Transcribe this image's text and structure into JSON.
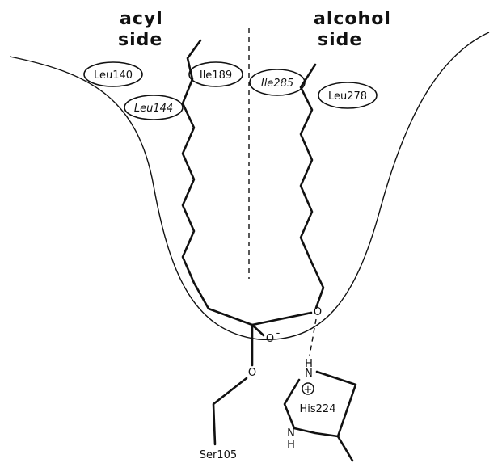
{
  "labels": {
    "acyl_side": [
      "acyl",
      "side"
    ],
    "alcohol_side": [
      "alcohol",
      "side"
    ]
  },
  "residues": {
    "leu140": "Leu140",
    "leu144": "Leu144",
    "ile189": "Ile189",
    "ile285": "Ile285",
    "leu278": "Leu278",
    "his224": "His224",
    "ser105": "Ser105"
  },
  "atoms": {
    "o_ester": "O",
    "o_minus": "O",
    "o_minus_charge": "-",
    "o_ser": "O",
    "n_his_top": "N",
    "h_his_top": "H",
    "plus_charge": "+",
    "n_his_bottom": "N",
    "h_his_bottom": "H"
  }
}
